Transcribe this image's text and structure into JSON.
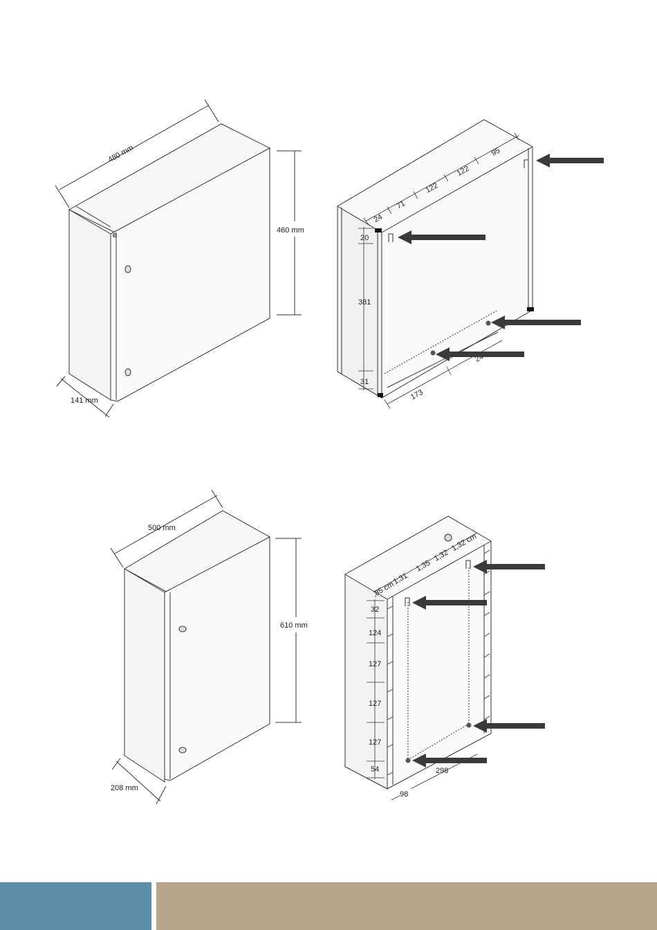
{
  "colors": {
    "footer_left": "#5f8fa8",
    "footer_right": "#b6a58c",
    "arrow": "#3a3a3a",
    "line": "#333333"
  },
  "figure1_front": {
    "width_label": "480 mm",
    "height_label": "460 mm",
    "depth_label": "141 mm"
  },
  "figure1_back": {
    "top_dims": [
      "24",
      "71",
      "122",
      "122",
      "95"
    ],
    "side_dims": [
      "20",
      "381",
      "31"
    ],
    "bottom_dims": [
      "173",
      "24"
    ]
  },
  "figure2_front": {
    "width_label": "500 mm",
    "height_label": "610 mm",
    "depth_label": "208 mm"
  },
  "figure2_back": {
    "top_dims": [
      ",85 cm",
      "1,31",
      "1,35",
      "1,32",
      "1,32 cm"
    ],
    "side_dims": [
      "32",
      "124",
      "127",
      "127",
      "127",
      "54"
    ],
    "bottom_dims": [
      "98",
      "298"
    ]
  }
}
